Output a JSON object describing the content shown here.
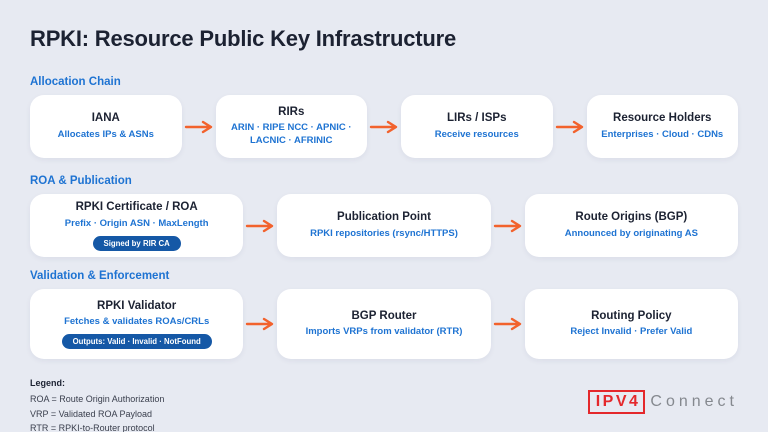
{
  "page": {
    "title": "RPKI: Resource Public Key Infrastructure"
  },
  "sections": [
    {
      "label": "Allocation Chain",
      "boxes": [
        {
          "title": "IANA",
          "subtitle": "Allocates IPs & ASNs"
        },
        {
          "title": "RIRs",
          "subtitle": "ARIN · RIPE NCC · APNIC · LACNIC · AFRINIC"
        },
        {
          "title": "LIRs / ISPs",
          "subtitle": "Receive resources"
        },
        {
          "title": "Resource Holders",
          "subtitle": "Enterprises · Cloud · CDNs"
        }
      ]
    },
    {
      "label": "ROA & Publication",
      "boxes": [
        {
          "title": "RPKI Certificate / ROA",
          "subtitle": "Prefix · Origin ASN · MaxLength",
          "badge": "Signed by RIR CA"
        },
        {
          "title": "Publication Point",
          "subtitle": "RPKI repositories (rsync/HTTPS)"
        },
        {
          "title": "Route Origins (BGP)",
          "subtitle": "Announced by originating AS"
        }
      ]
    },
    {
      "label": "Validation & Enforcement",
      "boxes": [
        {
          "title": "RPKI Validator",
          "subtitle": "Fetches & validates ROAs/CRLs",
          "badge": "Outputs: Valid · Invalid · NotFound"
        },
        {
          "title": "BGP Router",
          "subtitle": "Imports VRPs from validator (RTR)"
        },
        {
          "title": "Routing Policy",
          "subtitle": "Reject Invalid · Prefer Valid"
        }
      ]
    }
  ],
  "legend": {
    "heading": "Legend:",
    "items": [
      "ROA = Route Origin Authorization",
      "VRP = Validated ROA Payload",
      "RTR = RPKI-to-Router protocol"
    ]
  },
  "logo": {
    "prefix": "IP",
    "v": "V",
    "digit": "4",
    "name": "Connect"
  },
  "icons": {
    "flow_arrow": "right-arrow"
  },
  "colors": {
    "background": "#E7EAF2",
    "card": "#FFFFFF",
    "heading": "#1C2232",
    "accent_blue": "#1E73D2",
    "badge_blue": "#1558A6",
    "arrow_orange": "#F2622D",
    "legend_text": "#3A3F4D",
    "logo_red": "#E4282C",
    "logo_gray": "#85898F"
  }
}
